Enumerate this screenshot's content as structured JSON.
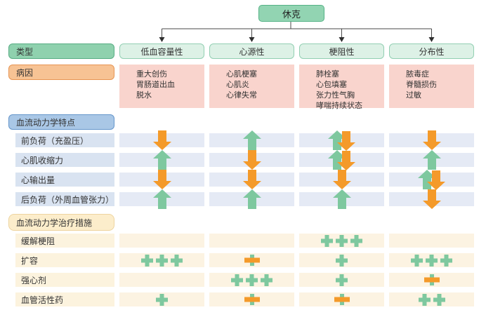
{
  "root": {
    "title": "休克"
  },
  "row_headers": {
    "type": "类型",
    "etiology": "病因",
    "hemodynamics": "血流动力学特点",
    "treatment": "血流动力学治疗措施"
  },
  "columns": [
    "低血容量性",
    "心源性",
    "梗阻性",
    "分布性"
  ],
  "etiology": [
    [
      "重大创伤",
      "胃肠道出血",
      "脱水"
    ],
    [
      "心肌梗塞",
      "心肌炎",
      "心律失常"
    ],
    [
      "肺栓塞",
      "心包填塞",
      "张力性气胸",
      "哮喘持续状态"
    ],
    [
      "脓毒症",
      "脊髓损伤",
      "过敏"
    ]
  ],
  "hemodynamics": {
    "rows": [
      {
        "label": "前负荷（充盈压）",
        "values": [
          "down",
          "up",
          "updown",
          "down"
        ]
      },
      {
        "label": "心肌收缩力",
        "values": [
          "up",
          "down",
          "updown",
          "up"
        ]
      },
      {
        "label": "心输出量",
        "values": [
          "down",
          "down",
          "down",
          "updown"
        ]
      },
      {
        "label": "后负荷（外周血管张力）",
        "values": [
          "up",
          "up",
          "up",
          "down"
        ]
      }
    ]
  },
  "treatment": {
    "rows": [
      {
        "label": "缓解梗阻",
        "values": [
          "",
          "",
          "+++",
          ""
        ]
      },
      {
        "label": "扩容",
        "values": [
          "+++",
          "+-",
          "+",
          "+++"
        ]
      },
      {
        "label": "强心剂",
        "values": [
          "",
          "+++",
          "+",
          "+-"
        ]
      },
      {
        "label": "血管活性药",
        "values": [
          "+",
          "+-",
          "+-",
          "++"
        ]
      }
    ]
  },
  "colors": {
    "arrow_up_green": "#7ec89f",
    "arrow_down_orange": "#f49a2a",
    "plus_green": "#7ec89f",
    "minus_orange": "#f49a2a",
    "connector_line": "#4a4a4a"
  }
}
